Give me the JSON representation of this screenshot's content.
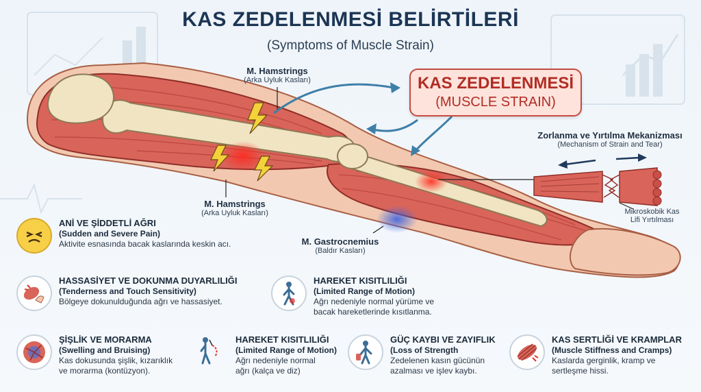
{
  "header": {
    "title": "KAS ZEDELENMESİ BELİRTİLERİ",
    "subtitle": "(Symptoms of Muscle Strain)"
  },
  "labels": {
    "hamstrings_top": {
      "title": "M. Hamstrings",
      "sub": "(Arka Uyluk Kasları)"
    },
    "hamstrings_bottom": {
      "title": "M. Hamstrings",
      "sub": "(Arka Uyluk Kasları)"
    },
    "gastrocnemius": {
      "title": "M. Gastrocnemius",
      "sub": "(Baldır Kasları)"
    }
  },
  "callout": {
    "line1": "KAS ZEDELENMESİ",
    "line2": "(MUSCLE STRAIN)"
  },
  "mechanism": {
    "title": "Zorlanma ve Yırtılma Mekanizması",
    "sub": "(Mechanism of Strain and Tear)",
    "micro_line1": "Mikroskobik Kas",
    "micro_line2": "Lifi Yırtılması"
  },
  "symptoms": [
    {
      "head": "ANİ VE ŞİDDETLİ AĞRI",
      "sub": "(Sudden and Severe Pain)",
      "desc1": "Aktivite esnasında bacak kaslarında keskin acı.",
      "desc2": "",
      "icon": "pain-face-icon"
    },
    {
      "head": "HASSASİYET VE DOKUNMA DUYARLILIĞI",
      "sub": "(Tenderness and Touch Sensitivity)",
      "desc1": "Bölgeye dokunulduğunda ağrı ve hassasiyet.",
      "desc2": "",
      "icon": "touch-hand-icon"
    },
    {
      "head": "HAREKET KISITLILIĞI",
      "sub": "(Limited Range of Motion)",
      "desc1": "Ağrı nedeniyle normal yürüme ve",
      "desc2": "bacak hareketlerinde kısıtlanma.",
      "icon": "walking-person-icon"
    },
    {
      "head": "ŞİŞLİK VE MORARMA",
      "sub": "(Swelling and Bruising)",
      "desc1": "Kas dokusunda şişlik, kızarıklık",
      "desc2": "ve morarma (kontüzyon).",
      "icon": "bruise-icon"
    },
    {
      "head": "HAREKET KISITLILIĞI",
      "sub": "(Limited Range of Motion)",
      "desc1": "Ağrı nedeniyle normal",
      "desc2": "ağrı (kalça ve diz)",
      "icon": "limited-motion-icon"
    },
    {
      "head": "GÜÇ KAYBI VE ZAYIFLIK",
      "sub": "(Loss of Strength",
      "desc1": "Zedelenen kasın gücünün",
      "desc2": "azalması ve işlev kaybı.",
      "icon": "weak-person-icon"
    },
    {
      "head": "KAS SERTLİĞİ VE KRAMPLAR",
      "sub": "(Muscle Stiffness and Cramps)",
      "desc1": "Kaslarda gerginlik, kramp ve",
      "desc2": "sertleşme hissi.",
      "icon": "cramp-muscle-icon"
    }
  ],
  "colors": {
    "muscle": "#d9645a",
    "muscle_dark": "#b7433b",
    "bone": "#f1e4c3",
    "accent_red": "#e0302a",
    "bruise_blue": "#4f6fd8",
    "title_navy": "#1c3554"
  }
}
